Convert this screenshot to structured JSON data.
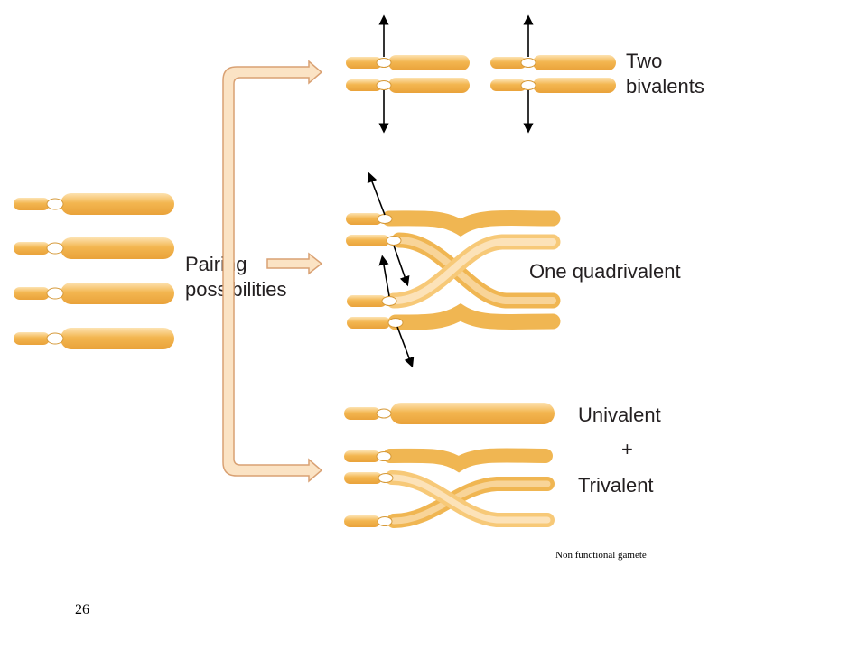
{
  "labels": {
    "pairing_line1": "Pairing",
    "pairing_line2": "possibilities",
    "two_line1": "Two",
    "two_line2": "bivalents",
    "quadrivalent": "One quadrivalent",
    "univalent": "Univalent",
    "plus": "+",
    "trivalent": "Trivalent"
  },
  "footnote": "Non functional gamete",
  "page_number": "26",
  "colors": {
    "chromosome_fill": "#f0b652",
    "chromosome_light": "#fde8c4",
    "chromosome_stroke": "#e6a13a",
    "centromere_fill": "#ffffff",
    "arrow_fill": "#fbe3c4",
    "arrow_stroke": "#d9a173",
    "text": "#231f20"
  },
  "icons": {
    "spindle_arrow": "double-headed-arrow",
    "pairing_arrow": "hollow-right-arrow"
  }
}
